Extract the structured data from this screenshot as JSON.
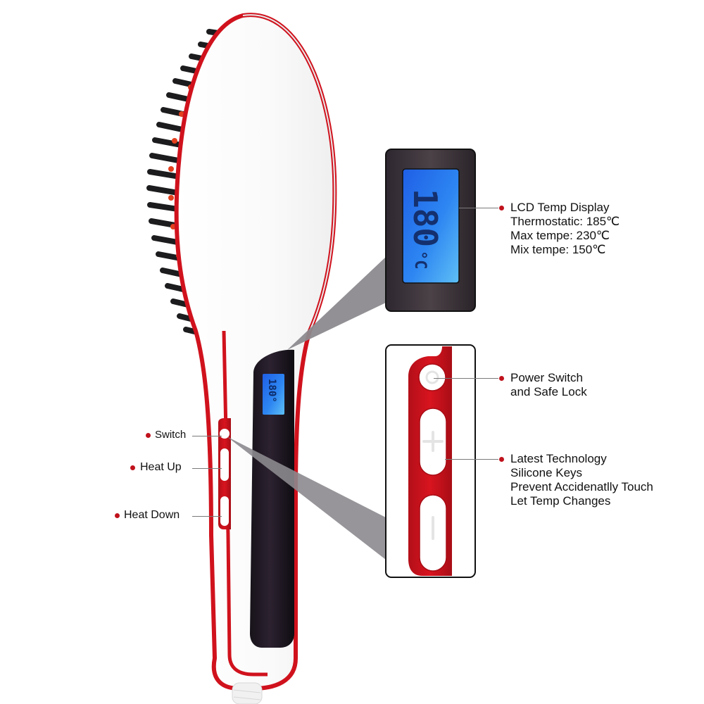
{
  "colors": {
    "accent_red": "#c0121c",
    "brush_red": "#d0121d",
    "lcd_blue": "#2f7ff0",
    "lcd_frame": "#3d3438",
    "projection_gray": "#8c8a8e",
    "bristle_black": "#1c1c1e",
    "bristle_tip_orange": "#e2401e",
    "text": "#111111"
  },
  "product": {
    "name": "hair-straightener-brush",
    "lcd_reading": "180",
    "lcd_unit": "°C"
  },
  "left_callouts": [
    {
      "label": "Switch"
    },
    {
      "label": "Heat Up"
    },
    {
      "label": "Heat Down"
    }
  ],
  "right_callouts": {
    "lcd": {
      "title": "LCD Temp Display",
      "lines": [
        "Thermostatic: 185℃",
        "Max tempe: 230℃",
        "Mix tempe: 150℃"
      ]
    },
    "power": {
      "title": "Power Switch",
      "lines": [
        "and Safe Lock"
      ]
    },
    "keys": {
      "title": "Latest Technology",
      "lines": [
        "Silicone Keys",
        "Prevent Accidenatlly Touch",
        "Let Temp Changes"
      ]
    }
  },
  "button_icons": {
    "power": "power-icon",
    "plus": "plus-icon",
    "minus": "minus-icon"
  }
}
